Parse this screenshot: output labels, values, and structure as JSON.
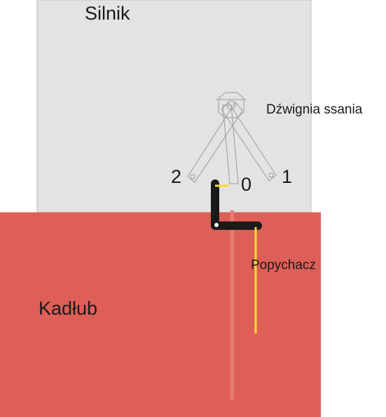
{
  "labels": {
    "engine": "Silnik",
    "hull": "Kadłub",
    "choke_lever": "Dźwignia ssania",
    "pusher": "Popychacz",
    "position_2": "2",
    "position_0": "0",
    "position_1": "1"
  },
  "colors": {
    "engine_block": "#e3e3e3",
    "hull_block": "#de5f57",
    "lever": "#1a1a1a",
    "lever_outline": "#999999",
    "highlight": "#f5e028",
    "rod": "#e57d77"
  }
}
